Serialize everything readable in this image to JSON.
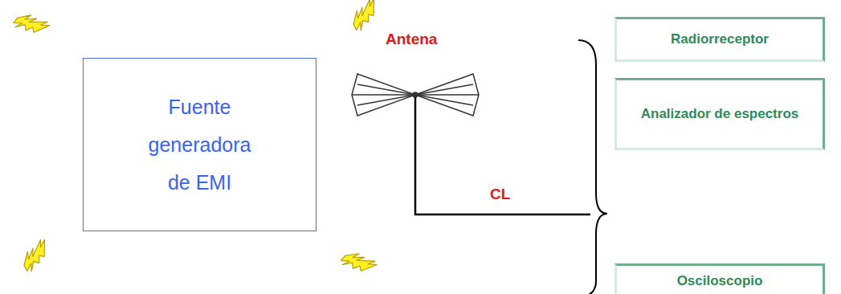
{
  "diagram": {
    "nodes": [
      {
        "text": [
          "Fuente generadora de EMI"
        ]
      },
      {
        "text": [
          "Radiorreceptor"
        ]
      },
      {
        "text": [
          "Analizador de espectros"
        ]
      },
      {
        "text": [
          "Osciloscopio"
        ]
      }
    ],
    "labels": [
      "Antena",
      "CL"
    ]
  }
}
